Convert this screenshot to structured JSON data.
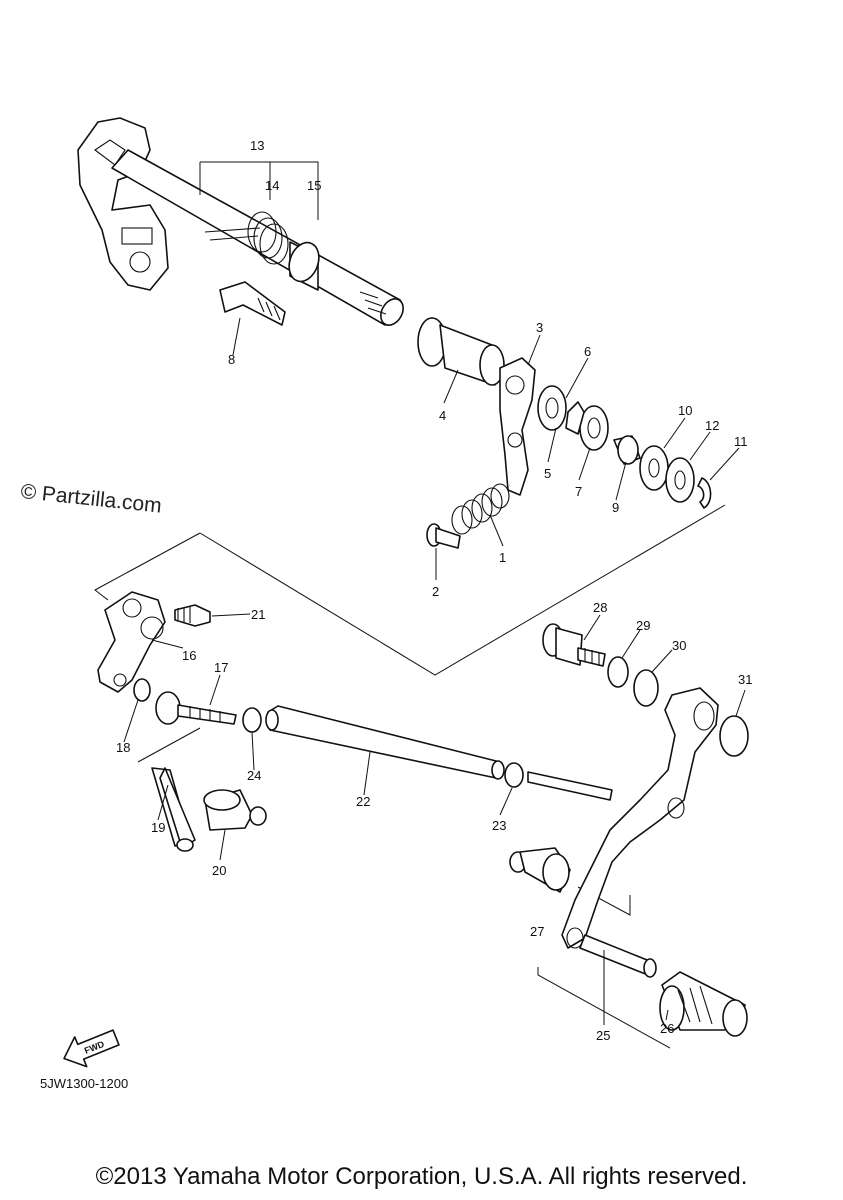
{
  "watermark": "© Partzilla.com",
  "diagram_code": "5JW1300-1200",
  "copyright": "©2013 Yamaha Motor Corporation, U.S.A. All rights reserved.",
  "fwd_arrow_label": "FWD",
  "callouts": [
    "1",
    "2",
    "3",
    "4",
    "5",
    "6",
    "7",
    "8",
    "9",
    "10",
    "11",
    "12",
    "13",
    "14",
    "15",
    "16",
    "17",
    "18",
    "19",
    "20",
    "21",
    "22",
    "23",
    "24",
    "25",
    "26",
    "27",
    "28",
    "29",
    "30",
    "31"
  ]
}
